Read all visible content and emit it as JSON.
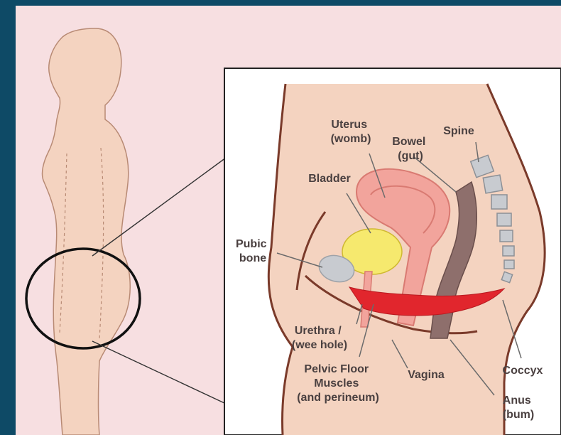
{
  "labels": {
    "uterus": [
      "Uterus",
      "(womb)"
    ],
    "spine": "Spine",
    "bowel": [
      "Bowel",
      "(gut)"
    ],
    "bladder": "Bladder",
    "pubic_bone": [
      "Pubic",
      "bone"
    ],
    "urethra": [
      "Urethra /",
      "(wee hole)"
    ],
    "pelvic_floor": [
      "Pelvic Floor",
      "Muscles",
      "(and perineum)"
    ],
    "vagina": "Vagina",
    "coccyx": "Coccyx",
    "anus": [
      "Anus",
      "(bum)"
    ]
  },
  "colors": {
    "frame": "#0e4a66",
    "background": "#f7dfe1",
    "skin": "#f4d3c0",
    "outline": "#7a3a2a",
    "uterus": "#f2a49c",
    "bladder": "#f6e96e",
    "bowel": "#8e6f6c",
    "pelvic_floor": "#e1262d",
    "bone": "#c8cbd0"
  }
}
